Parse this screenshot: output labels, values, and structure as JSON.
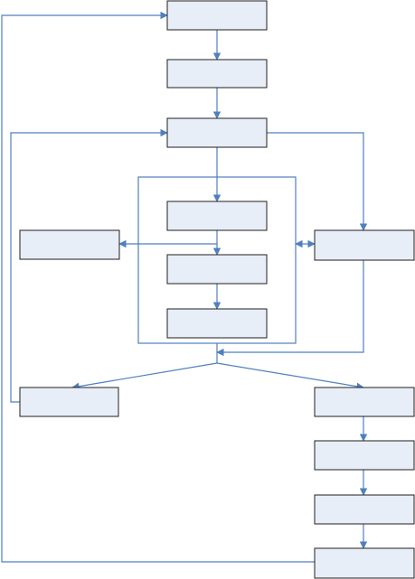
{
  "diagram": {
    "colors": {
      "node_fill": "#e8eef7",
      "node_stroke": "#1f1f1f",
      "edge": "#4f7fbf",
      "background": "#ffffff"
    },
    "nodes": [
      {
        "id": "n1",
        "label": ""
      },
      {
        "id": "n2",
        "label": ""
      },
      {
        "id": "n3",
        "label": ""
      },
      {
        "id": "n4",
        "label": ""
      },
      {
        "id": "n5",
        "label": ""
      },
      {
        "id": "n6",
        "label": ""
      },
      {
        "id": "left-mid",
        "label": ""
      },
      {
        "id": "right-mid",
        "label": ""
      },
      {
        "id": "left-bottom",
        "label": ""
      },
      {
        "id": "r1",
        "label": ""
      },
      {
        "id": "r2",
        "label": ""
      },
      {
        "id": "r3",
        "label": ""
      },
      {
        "id": "r4",
        "label": ""
      }
    ]
  }
}
